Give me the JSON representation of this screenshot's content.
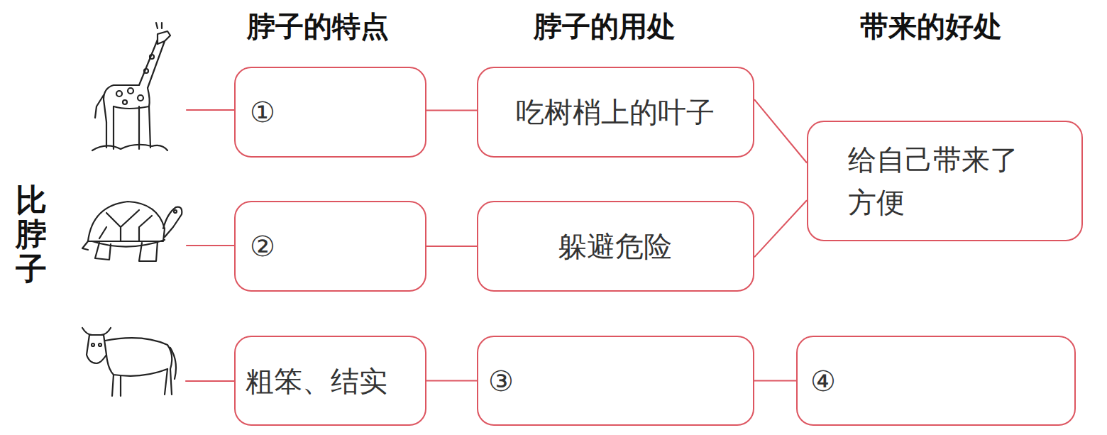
{
  "diagram": {
    "nodes": [
      {
        "text": [
          "①"
        ]
      },
      {
        "text": [
          "吃树梢上的叶子"
        ]
      },
      {
        "text": [
          "给自己带来了方便"
        ]
      },
      {
        "text": [
          "②"
        ]
      },
      {
        "text": [
          "躲避危险"
        ]
      },
      {
        "text": [
          "粗笨、结实"
        ]
      },
      {
        "text": [
          "③"
        ]
      },
      {
        "text": [
          "④"
        ]
      }
    ],
    "edges": [
      {
        "from": 0,
        "to": 1,
        "arrow": "none"
      },
      {
        "from": 1,
        "to": 2,
        "arrow": "none"
      },
      {
        "from": 3,
        "to": 4,
        "arrow": "none"
      },
      {
        "from": 4,
        "to": 2,
        "arrow": "none"
      },
      {
        "from": 5,
        "to": 6,
        "arrow": "none"
      },
      {
        "from": 6,
        "to": 7,
        "arrow": "none"
      }
    ],
    "labels": [
      "脖子的特点",
      "脖子的用处",
      "带来的好处",
      "比脖子"
    ]
  }
}
